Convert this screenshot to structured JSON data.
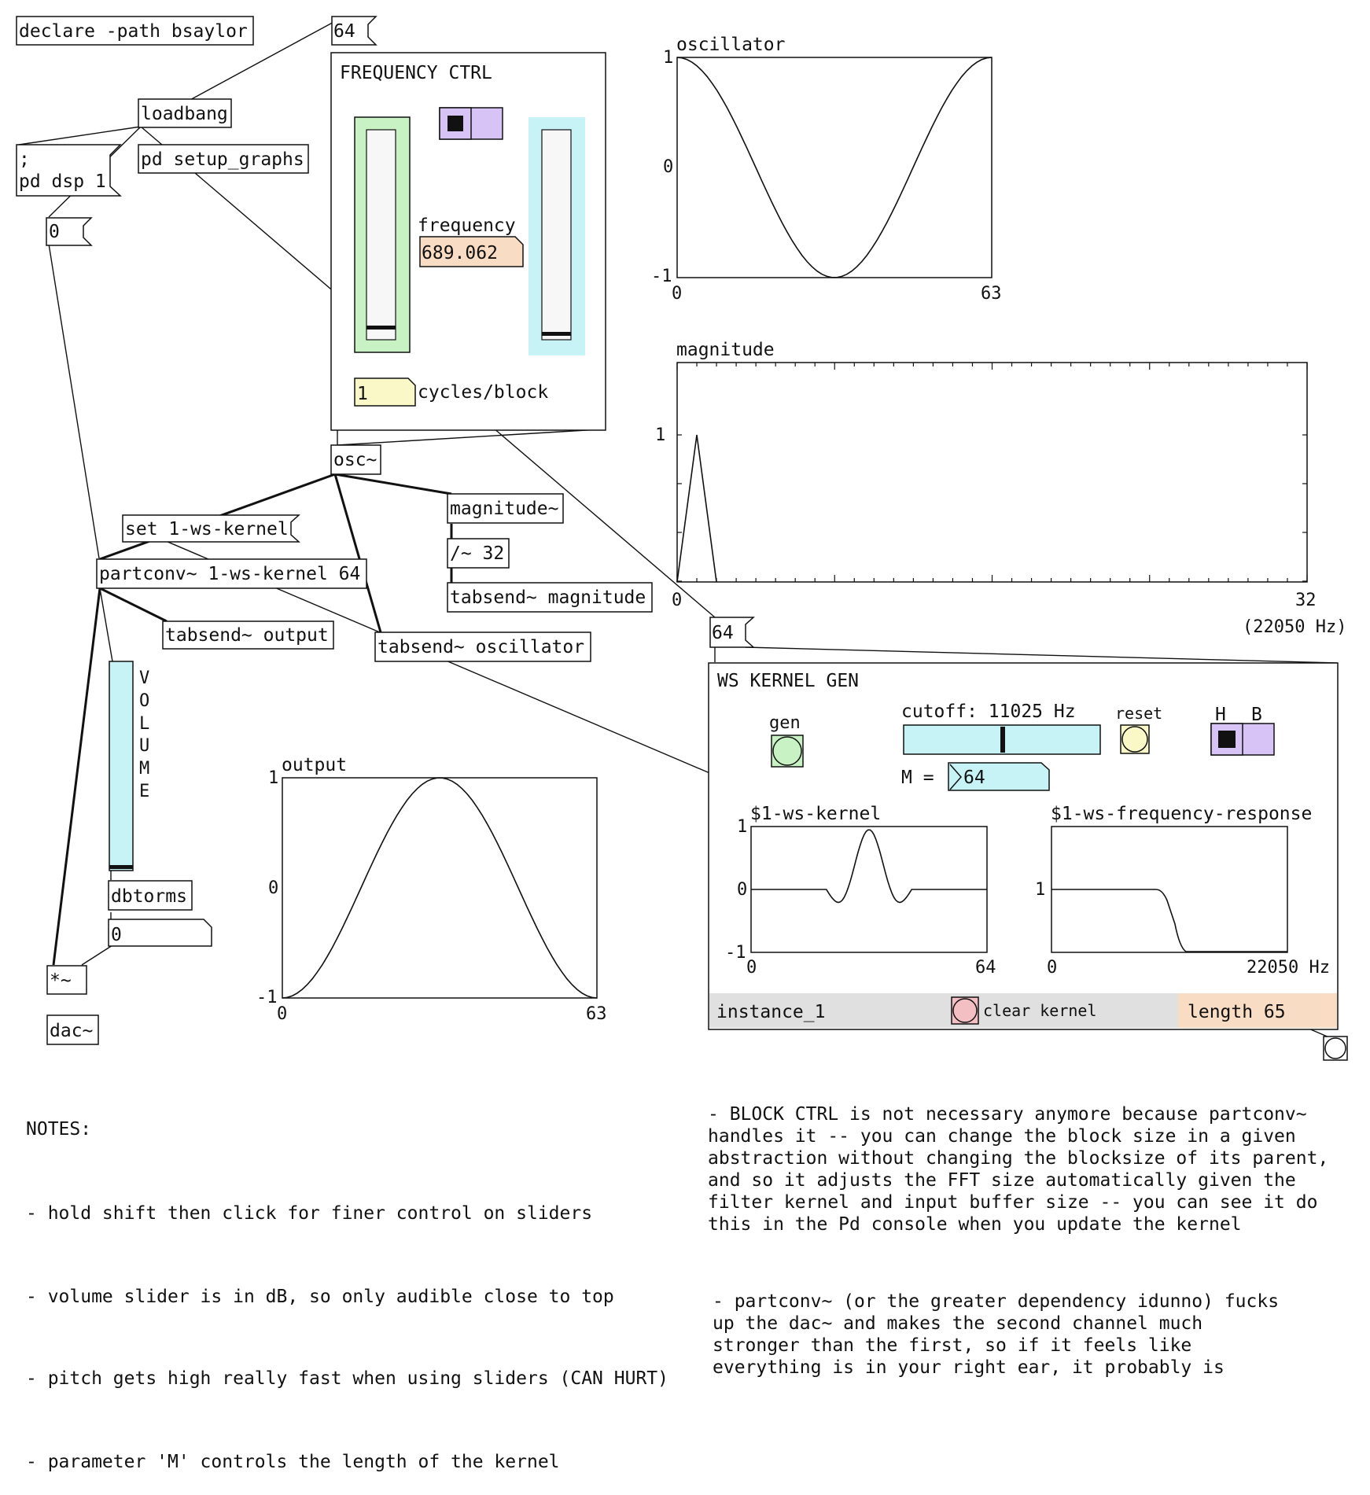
{
  "objects": {
    "declare": "declare -path bsaylor",
    "msg64_top": "64",
    "loadbang": "loadbang",
    "dsp_msg_line1": ";",
    "dsp_msg_line2": "pd dsp 1",
    "setup_graphs": "pd setup_graphs",
    "msg0": "0",
    "osc": "osc~",
    "magnitude_obj": "magnitude~",
    "div32": "/~ 32",
    "tabsend_magnitude": "tabsend~ magnitude",
    "set_kernel_msg": "set 1-ws-kernel",
    "partconv": "partconv~ 1-ws-kernel 64",
    "tabsend_output": "tabsend~ output",
    "tabsend_oscillator": "tabsend~ oscillator",
    "dbtorms": "dbtorms",
    "num0": "0",
    "mul": "*~",
    "dac": "dac~",
    "msg64_right": "64"
  },
  "volume_label": [
    "V",
    "O",
    "L",
    "U",
    "M",
    "E"
  ],
  "freq_ctrl": {
    "title": "FREQUENCY CTRL",
    "frequency_label": "frequency",
    "frequency_value": "689.062",
    "cycles_value": "1",
    "cycles_label": "cycles/block"
  },
  "graphs": {
    "oscillator": {
      "title": "oscillator",
      "ymax": "1",
      "ymid": "0",
      "ymin": "-1",
      "xmin": "0",
      "xmax": "63"
    },
    "magnitude": {
      "title": "magnitude",
      "ymax": "1",
      "xmin": "0",
      "xmax": "32",
      "xnote": "(22050 Hz)"
    },
    "output": {
      "title": "output",
      "ymax": "1",
      "ymid": "0",
      "ymin": "-1",
      "xmin": "0",
      "xmax": "63"
    }
  },
  "ws_kernel_gen": {
    "title": "WS KERNEL GEN",
    "gen_label": "gen",
    "cutoff_label": "cutoff: 11025 Hz",
    "reset_label": "reset",
    "h_label": "H",
    "b_label": "B",
    "m_label": "M =",
    "m_value": "64",
    "kernel_title": "$1-ws-kernel",
    "kernel_ymax": "1",
    "kernel_ymid": "0",
    "kernel_ymin": "-1",
    "kernel_xmin": "0",
    "kernel_xmax": "64",
    "fr_title": "$1-ws-frequency-response",
    "fr_ymax": "1",
    "fr_xmin": "0",
    "fr_xmax": "22050 Hz",
    "instance": "instance_1",
    "clear_kernel": "clear kernel",
    "length": "length 65"
  },
  "notes_left": {
    "heading": "NOTES:",
    "lines": [
      "- hold shift then click for finer control on sliders",
      "- volume slider is in dB, so only audible close to top",
      "- pitch gets high really fast when using sliders (CAN HURT)",
      "- parameter 'M' controls the length of the kernel"
    ]
  },
  "notes_right": {
    "para1": "- BLOCK CTRL is not necessary anymore because partconv~\nhandles it -- you can change the block size in a given\nabstraction without changing the blocksize of its parent,\nand so it adjusts the FFT size automatically given the\nfilter kernel and input buffer size -- you can see it do\nthis in the Pd console when you update the kernel",
    "para2": "- partconv~ (or the greater dependency idunno) fucks\nup the dac~ and makes the second channel much\nstronger than the first, so if it feels like\neverything is in your right ear, it probably is"
  },
  "colors": {
    "green_slider": "#c9f2c4",
    "cyan_slider": "#c7f3f7",
    "purple_toggle": "#d7c3f5",
    "peach_number": "#f8dcc4",
    "yellow_number": "#fbf8c8",
    "red_bang": "#f3bfc3",
    "status_bar": "#e0e0e0"
  }
}
